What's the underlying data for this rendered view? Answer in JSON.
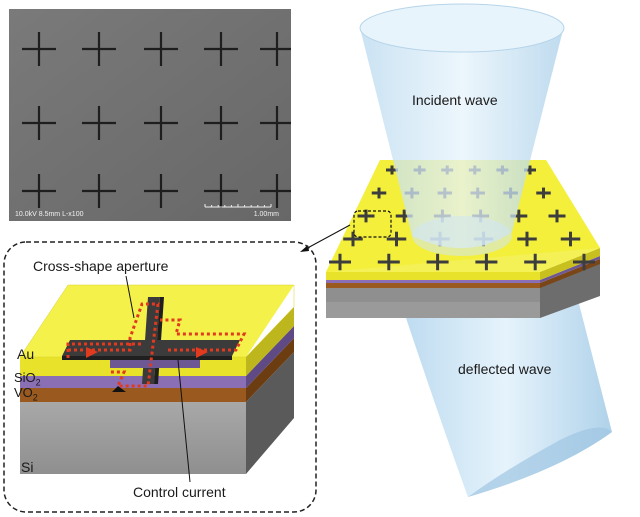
{
  "sem_image": {
    "info_text": "10.0kV 8.5mm L-x100",
    "scale_label": "1.00mm"
  },
  "labels": {
    "incident_wave": "Incident wave",
    "deflected_wave": "deflected wave",
    "cross_shape_aperture": "Cross-shape  aperture",
    "control_current": "Control current",
    "layer_au": "Au",
    "layer_sio2": "SiO",
    "layer_sio2_sub": "2",
    "layer_vo2": "VO",
    "layer_vo2_sub": "2",
    "layer_si": "Si"
  },
  "colors": {
    "gold": "#f2ef3a",
    "sio2": "#8a6fb5",
    "vo2": "#9a5a1f",
    "silicon": "#9c9c9c",
    "beam": "#cfe6f5",
    "current_path": "#e23a1f"
  }
}
